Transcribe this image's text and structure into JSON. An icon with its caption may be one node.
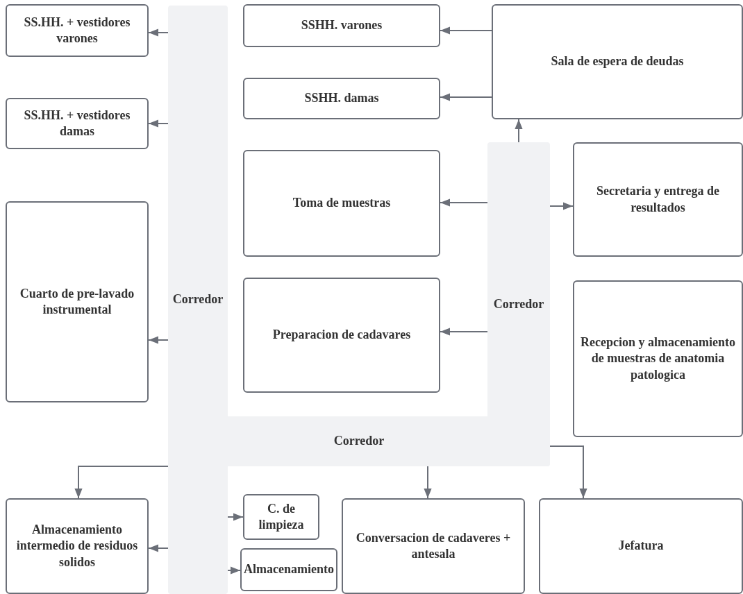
{
  "diagram": {
    "nodes": [
      {
        "text": [
          "SS.HH. + vestidores varones"
        ]
      },
      {
        "text": [
          "SSHH. varones"
        ]
      },
      {
        "text": [
          "Sala de espera de deudas"
        ]
      },
      {
        "text": [
          "SSHH. damas"
        ]
      },
      {
        "text": [
          "SS.HH. + vestidores damas"
        ]
      },
      {
        "text": [
          "Corredor"
        ]
      },
      {
        "text": [
          "Toma de muestras"
        ]
      },
      {
        "text": [
          "Secretaria y entrega de resultados"
        ]
      },
      {
        "text": [
          "Cuarto de pre-lavado instrumental"
        ]
      },
      {
        "text": [
          "Corredor"
        ]
      },
      {
        "text": [
          "Preparacion de cadavares"
        ]
      },
      {
        "text": [
          "Recepcion y almacenamiento de muestras de anatomia patologica"
        ]
      },
      {
        "text": [
          "Corredor"
        ]
      },
      {
        "text": [
          "Almacenamiento intermedio de residuos solidos"
        ]
      },
      {
        "text": [
          "C. de limpieza"
        ]
      },
      {
        "text": [
          "Conversacion de cadaveres + antesala"
        ]
      },
      {
        "text": [
          "Jefatura"
        ]
      },
      {
        "text": [
          "Almacenamiento"
        ]
      }
    ],
    "edges": [
      {
        "from": 9,
        "to": 0,
        "arrow": "to"
      },
      {
        "from": 9,
        "to": 4,
        "arrow": "to"
      },
      {
        "from": 9,
        "to": 8,
        "arrow": "to"
      },
      {
        "from": 9,
        "to": 13,
        "arrow": "to"
      },
      {
        "from": 9,
        "to": 13,
        "arrow": "to"
      },
      {
        "from": 9,
        "to": 14,
        "arrow": "to"
      },
      {
        "from": 9,
        "to": 17,
        "arrow": "to"
      },
      {
        "from": 2,
        "to": 1,
        "arrow": "to"
      },
      {
        "from": 2,
        "to": 3,
        "arrow": "to"
      },
      {
        "from": 5,
        "to": 2,
        "arrow": "to"
      },
      {
        "from": 5,
        "to": 6,
        "arrow": "to"
      },
      {
        "from": 5,
        "to": 7,
        "arrow": "to"
      },
      {
        "from": 5,
        "to": 10,
        "arrow": "to"
      },
      {
        "from": 12,
        "to": 15,
        "arrow": "to"
      },
      {
        "from": 12,
        "to": 16,
        "arrow": "to"
      }
    ]
  }
}
